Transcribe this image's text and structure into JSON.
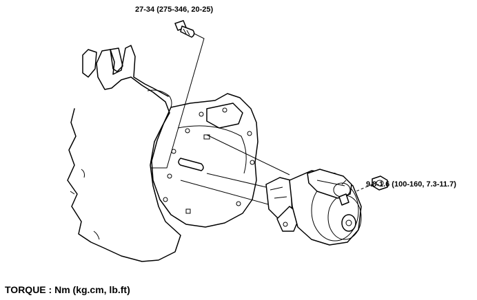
{
  "callouts": {
    "bolt_torque": "27-34 (275-346, 20-25)",
    "nut_torque": "9.8-1.6 (100-160, 7.3-11.7)"
  },
  "legend": {
    "torque_units": "TORQUE : Nm (kg.cm, lb.ft)"
  }
}
